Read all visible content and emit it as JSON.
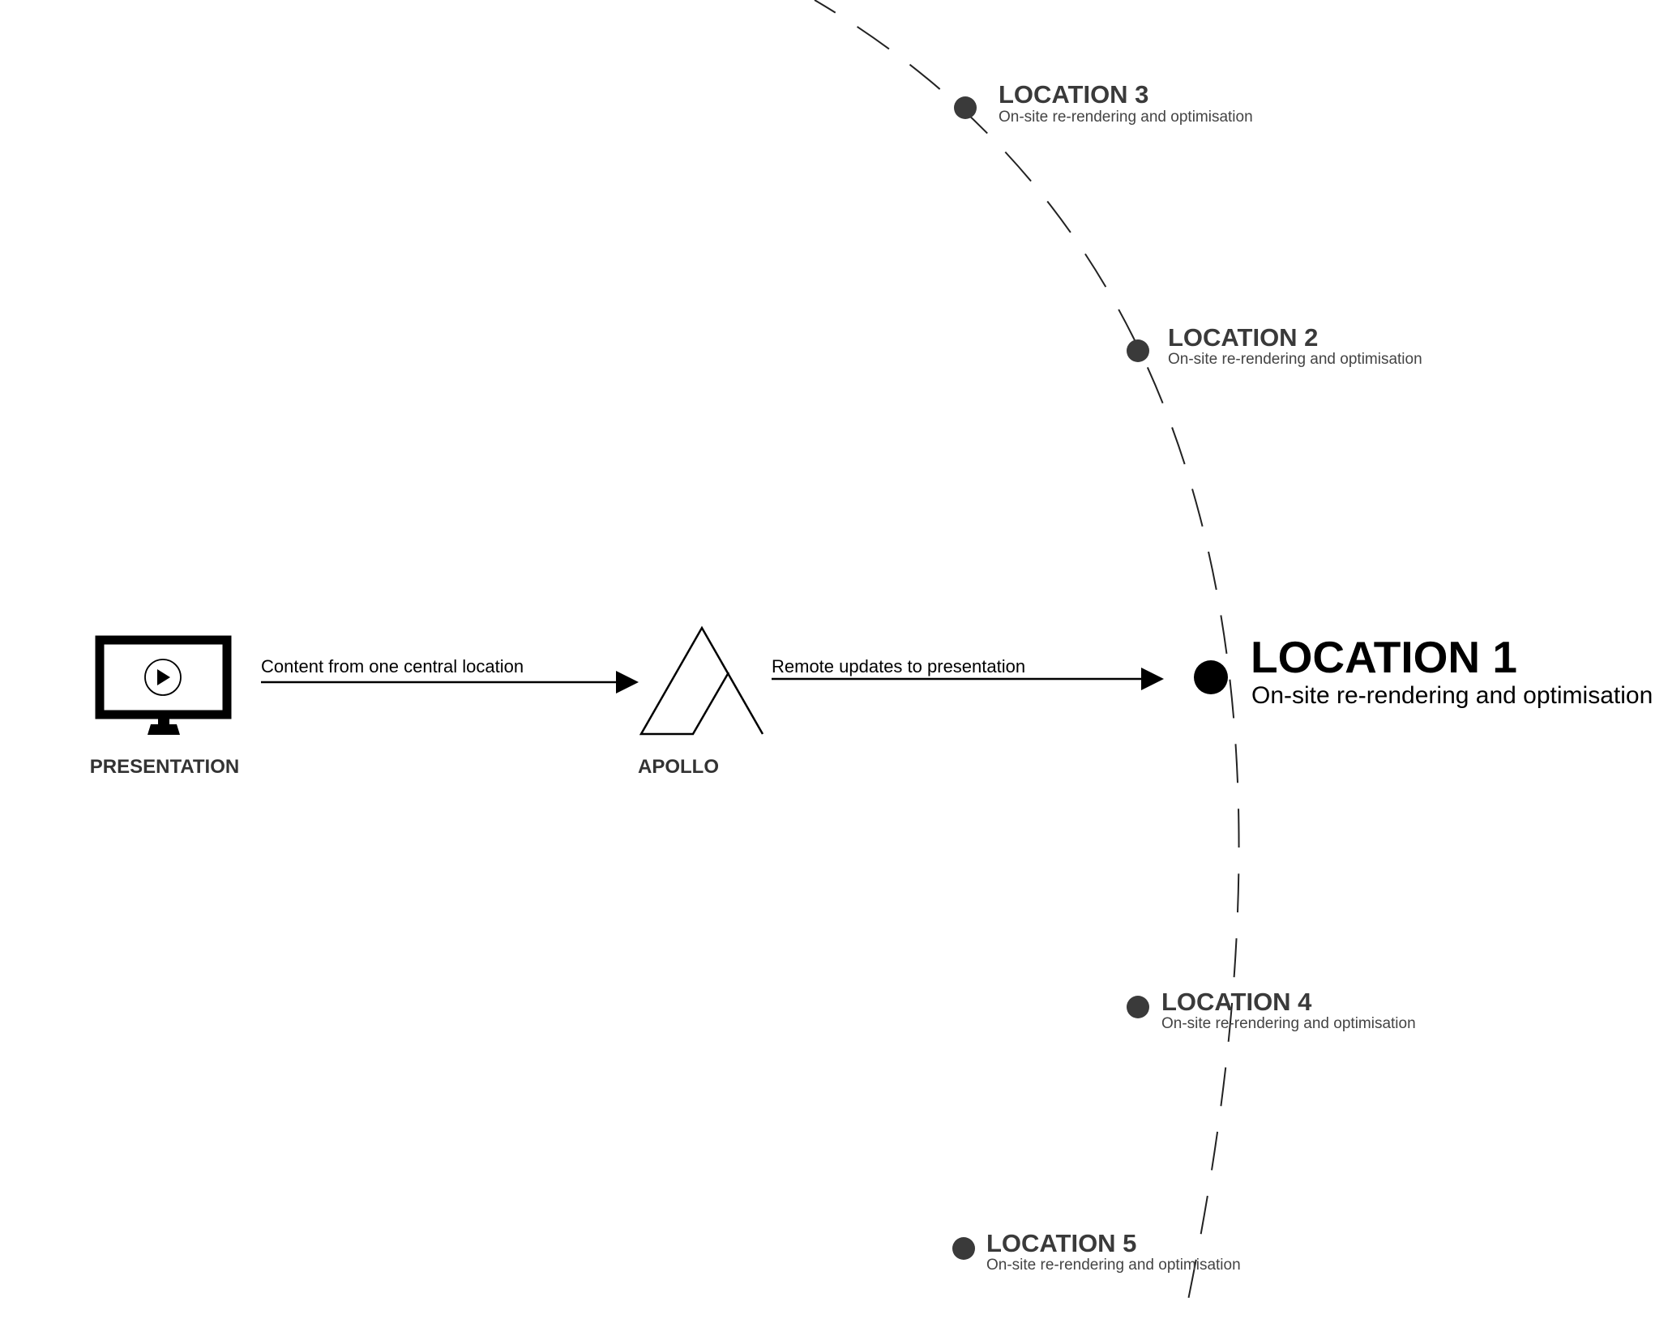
{
  "nodes": {
    "presentation": {
      "label": "PRESENTATION",
      "icon": "monitor-play-icon"
    },
    "apollo": {
      "label": "APOLLO",
      "icon": "apollo-logo-icon"
    }
  },
  "arrows": {
    "presentation_to_apollo": "Content from one central location",
    "apollo_to_location": "Remote updates to presentation"
  },
  "locations": [
    {
      "title": "LOCATION 1",
      "subtitle": "On-site re-rendering and optimisation"
    },
    {
      "title": "LOCATION 2",
      "subtitle": "On-site re-rendering and optimisation"
    },
    {
      "title": "LOCATION 3",
      "subtitle": "On-site re-rendering and optimisation"
    },
    {
      "title": "LOCATION 4",
      "subtitle": "On-site re-rendering and optimisation"
    },
    {
      "title": "LOCATION 5",
      "subtitle": "On-site re-rendering and optimisation"
    }
  ],
  "colors": {
    "primary": "#000000",
    "secondary": "#3a3a3a",
    "secondary_text": "#444444",
    "background": "#ffffff"
  }
}
